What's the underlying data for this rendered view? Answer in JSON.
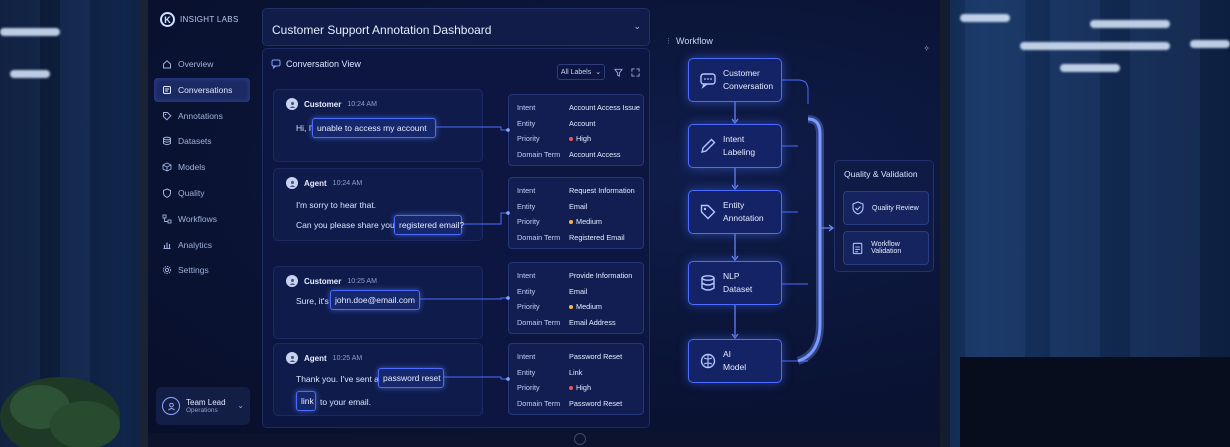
{
  "brand": {
    "name": "INSIGHT LABS",
    "logo_letter": "K"
  },
  "sidebar": {
    "items": [
      {
        "label": "Overview",
        "icon": "home-icon",
        "active": false
      },
      {
        "label": "Conversations",
        "icon": "chat-icon",
        "active": true
      },
      {
        "label": "Annotations",
        "icon": "tag-icon",
        "active": false
      },
      {
        "label": "Datasets",
        "icon": "database-icon",
        "active": false
      },
      {
        "label": "Models",
        "icon": "cube-icon",
        "active": false
      },
      {
        "label": "Quality",
        "icon": "shield-icon",
        "active": false
      },
      {
        "label": "Workflows",
        "icon": "flow-icon",
        "active": false
      },
      {
        "label": "Analytics",
        "icon": "chart-icon",
        "active": false
      },
      {
        "label": "Settings",
        "icon": "gear-icon",
        "active": false
      }
    ]
  },
  "user": {
    "name": "Team Lead",
    "role": "Operations"
  },
  "header": {
    "title": "Customer Support Annotation Dashboard"
  },
  "conversation": {
    "title": "Conversation View",
    "filter": "All Labels",
    "messages": [
      {
        "role": "Customer",
        "time": "10:24 AM",
        "line1_pre": "Hi, I'm",
        "line1_hl": "unable to access my account",
        "annotation": {
          "intent": "Account Access Issue",
          "entity": "Account",
          "priority": "High",
          "priority_color": "#ff4d5e",
          "domain": "Account Access"
        }
      },
      {
        "role": "Agent",
        "time": "10:24 AM",
        "line1": "I'm sorry to hear that.",
        "line2_pre": "Can you please share your",
        "line2_hl": "registered email?",
        "annotation": {
          "intent": "Request Information",
          "entity": "Email",
          "priority": "Medium",
          "priority_color": "#f5b841",
          "domain": "Registered Email"
        }
      },
      {
        "role": "Customer",
        "time": "10:25 AM",
        "line1_pre": "Sure, it's",
        "line1_hl": "john.doe@email.com",
        "annotation": {
          "intent": "Provide Information",
          "entity": "Email",
          "priority": "Medium",
          "priority_color": "#f5b841",
          "domain": "Email Address"
        }
      },
      {
        "role": "Agent",
        "time": "10:25 AM",
        "line1_pre": "Thank you. I've sent a",
        "line1_hl": "password reset",
        "line2_hl": "link",
        "line2_post": "to your email.",
        "annotation": {
          "intent": "Password Reset",
          "entity": "Link",
          "priority": "High",
          "priority_color": "#ff4d5e",
          "domain": "Password Reset"
        }
      }
    ],
    "keys": {
      "intent": "Intent",
      "entity": "Entity",
      "priority": "Priority",
      "domain": "Domain Term"
    }
  },
  "workflow": {
    "title": "Workflow",
    "nodes": [
      {
        "line1": "Customer",
        "line2": "Conversation",
        "icon": "chat-bubble-icon"
      },
      {
        "line1": "Intent",
        "line2": "Labeling",
        "icon": "pen-icon"
      },
      {
        "line1": "Entity",
        "line2": "Annotation",
        "icon": "tag-icon"
      },
      {
        "line1": "NLP",
        "line2": "Dataset",
        "icon": "database-icon"
      },
      {
        "line1": "AI",
        "line2": "Model",
        "icon": "brain-icon"
      }
    ],
    "quality": {
      "title": "Quality & Validation",
      "items": [
        {
          "label": "Quality Review",
          "icon": "shield-check-icon"
        },
        {
          "label": "Workflow Validation",
          "icon": "clipboard-icon"
        }
      ]
    }
  },
  "colors": {
    "accent": "#4c6cff",
    "high": "#ff4d5e",
    "medium": "#f5b841"
  }
}
